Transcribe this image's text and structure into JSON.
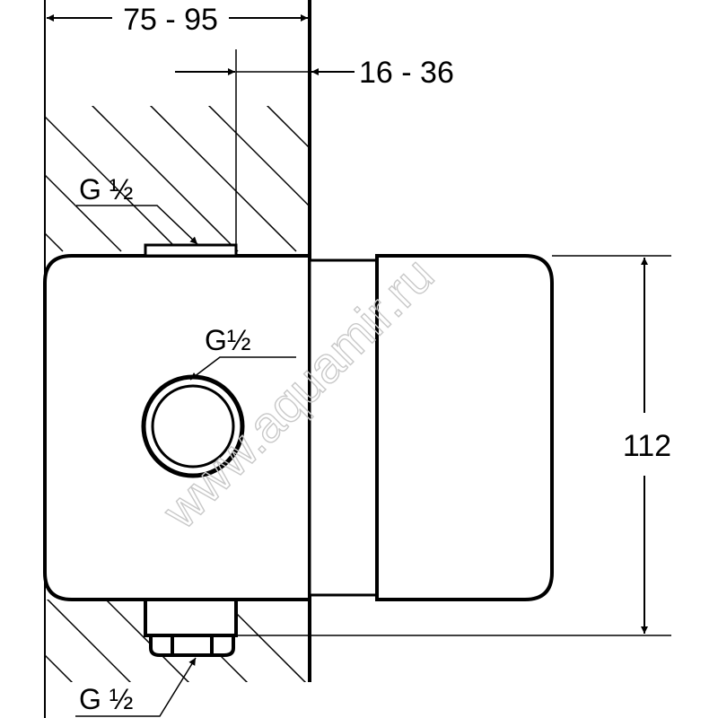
{
  "dimensions": {
    "wall_depth": "75 - 95",
    "cover_offset": "16 - 36",
    "height": "112"
  },
  "connections": {
    "top": "G ½",
    "front": "G½",
    "bottom": "G ½"
  },
  "watermark": "www.aquamir.ru",
  "colors": {
    "line": "#000000",
    "background": "#ffffff"
  }
}
